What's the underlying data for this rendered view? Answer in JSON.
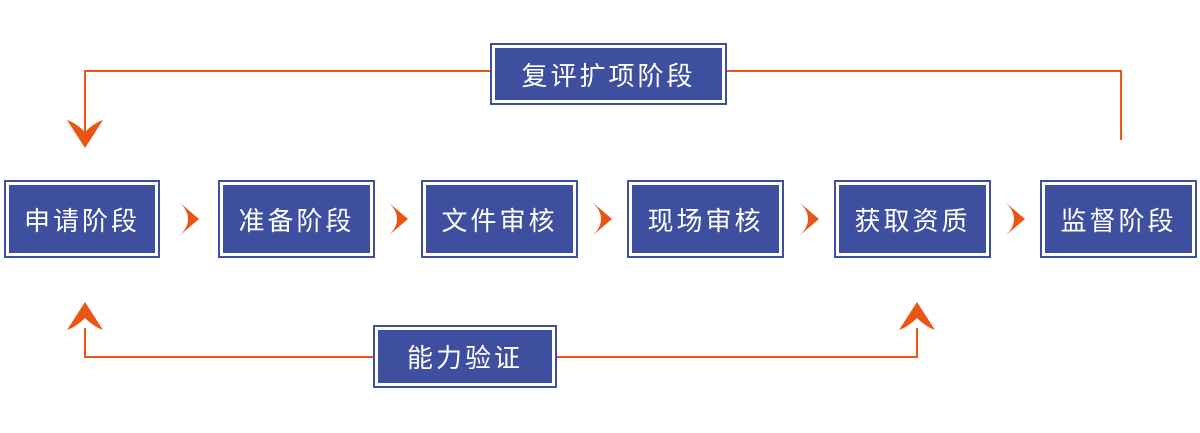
{
  "diagram": {
    "title_hint": "certification-process-flow",
    "stages": [
      {
        "label": "申请阶段"
      },
      {
        "label": "准备阶段"
      },
      {
        "label": "文件审核"
      },
      {
        "label": "现场审核"
      },
      {
        "label": "获取资质"
      },
      {
        "label": "监督阶段"
      }
    ],
    "feedback_top": {
      "label": "复评扩项阶段"
    },
    "feedback_bottom": {
      "label": "能力验证"
    },
    "colors": {
      "box_fill": "#3F4FA0",
      "arrow_orange": "#E95513",
      "text": "#FFFFFF",
      "background": "#FFFFFF"
    }
  }
}
